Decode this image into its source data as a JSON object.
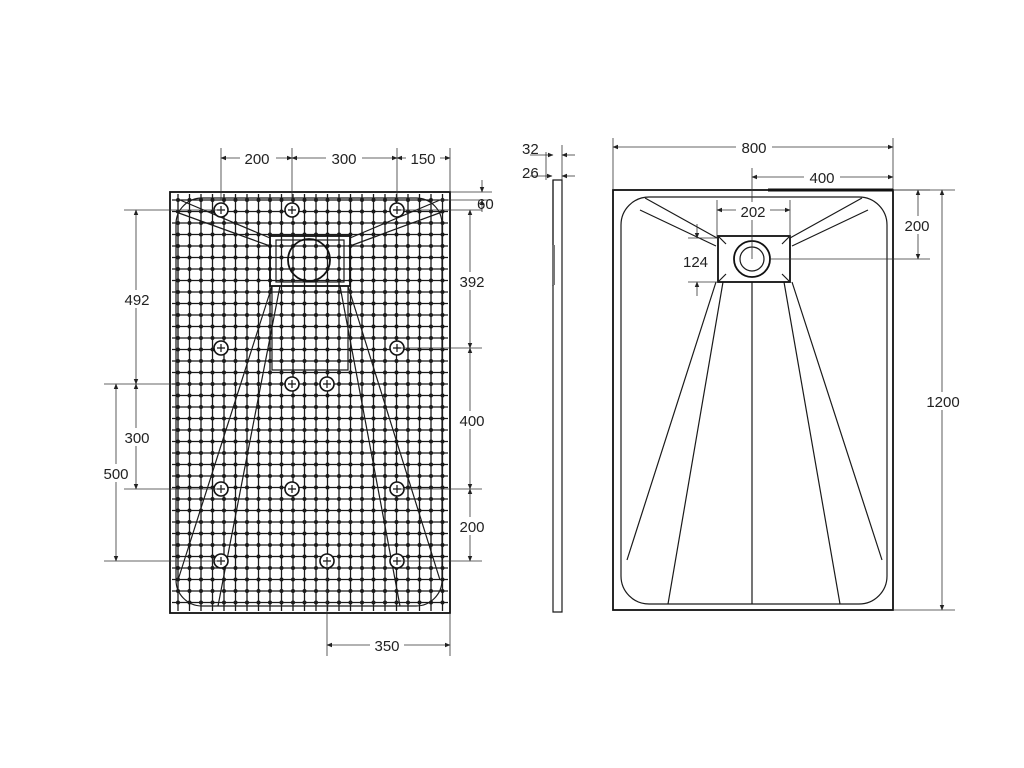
{
  "bottom_view": {
    "top_dims": [
      "200",
      "300",
      "150"
    ],
    "right_dims": [
      "60",
      "392",
      "400",
      "200"
    ],
    "left_dims": [
      "492",
      "300",
      "500"
    ],
    "bottom_dim": "350"
  },
  "side_view": {
    "dims": [
      "32",
      "26"
    ]
  },
  "top_view": {
    "width_dim": "800",
    "half_dim": "400",
    "drain_width_dim": "202",
    "drain_height_dim": "124",
    "drain_offset_dim": "200",
    "length_dim": "1200"
  }
}
